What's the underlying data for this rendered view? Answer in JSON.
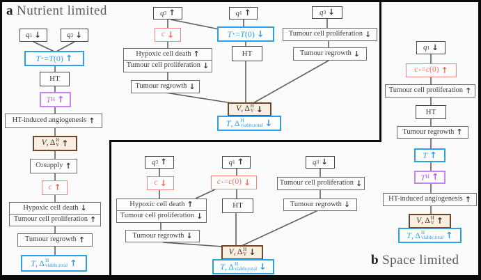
{
  "figure": {
    "panel_a": {
      "tag": "a",
      "title": "Nutrient limited"
    },
    "panel_b": {
      "tag": "b",
      "title": "Space limited"
    }
  },
  "colors": {
    "blue": "#2b9de0",
    "purple": "#b161ee",
    "red": "#ed6f64",
    "brown": "#6f4426",
    "gray_border": "#6a6a6a",
    "line": "#5f5f5f",
    "frame": "#0b0b0b",
    "paper": "#fbfbfb"
  },
  "nodes": {
    "a1_q1": "<i>q</i><span class='sb'>1</span> <span class='ar'>↓</span>",
    "a1_q3": "<i>q</i><span class='sb'>3</span> <span class='ar'>↓</span>",
    "a1_T": "<i>T</i><span class='sp'>⋆</span> = <i>T</i>(0)<span class='ar'>↑</span>",
    "a1_HT": "HT",
    "a1_TH": "<i>T</i><span class='sb'>H</span> <span class='ar'>↑</span>",
    "a1_angio": "HT-induced angiogenesis <span class='ar'>↑</span>",
    "a1_V": "<i>V</i>, Δ<span class='ss'><span>H</span><span>V</span></span> <span class='ar'>↑</span>",
    "a1_O2": "O<span class='sb'>2</span> supply <span class='ar'>↑</span>",
    "a1_c": "<i>c</i> <span class='ar'>↑</span>",
    "a1_hyp": "Hypoxic cell death <span class='ar'>↓</span>",
    "a1_prolif": "Tumour cell proliferation<span class='ar'>↑</span>",
    "a1_regrow": "Tumour regrowth <span class='ar'>↑</span>",
    "a1_viable": "<i>T</i>, Δ<span class='ss'><span>H</span><span>viable,total</span></span> <span class='ar'>↑</span>",
    "a2_q3": "<i>q</i><span class='sb'>3</span> <span class='ar'>↑</span>",
    "a2_q1": "<i>q</i><span class='sb'>1</span> <span class='ar'>↑</span>",
    "a2_q3b": "<i>q</i><span class='sb'>3</span> <span class='ar'>↓</span>",
    "a2_c": "<i>c</i> <span class='ar'>↓</span>",
    "a2_T": "<i>T</i><span class='sp'>⋆</span> = <i>T</i>(0)<span class='ar'>↓</span>",
    "a2_hyp": "Hypoxic cell death <span class='ar'>↑</span>",
    "a2_prolif": "Tumour cell proliferation<span class='ar'>↓</span>",
    "a2_HT": "HT",
    "a2_prolif_r": "Tumour cell proliferation<span class='ar'>↓</span>",
    "a2_regrow_r": "Tumour regrowth <span class='ar'>↓</span>",
    "a2_regrow": "Tumour regrowth <span class='ar'>↓</span>",
    "a2_V": "<i>V</i>, Δ<span class='ss'><span>H</span><span>V</span></span> <span class='ar'>↓</span>",
    "a2_viable": "<i>T</i>, Δ<span class='ss'><span>H</span><span>viable,total</span></span> <span class='ar'>↓</span>",
    "b1_q3": "<i>q</i><span class='sb'>3</span> <span class='ar'>↑</span>",
    "b1_q1": "<i>q</i><span class='sb'>1</span> <span class='ar'>↑</span>",
    "b1_q3b": "<i>q</i><span class='sb'>3</span> <span class='ar'>↓</span>",
    "b1_c": "<i>c</i> <span class='ar'>↓</span>",
    "b1_cstar": "<i>c</i><span class='sp'>⋆</span> = <i>c</i>(0)<span class='ar'>↓</span>",
    "b1_hyp": "Hypoxic cell death <span class='ar'>↑</span>",
    "b1_prolif": "Tumour cell proliferation<span class='ar'>↓</span>",
    "b1_HT": "HT",
    "b1_prolif_r": "Tumour cell proliferation<span class='ar'>↓</span>",
    "b1_regrow_r": "Tumour regrowth <span class='ar'>↓</span>",
    "b1_regrow": "Tumour regrowth <span class='ar'>↓</span>",
    "b1_V": "<i>V</i>, Δ<span class='ss'><span>H</span><span>V</span></span> <span class='ar'>↓</span>",
    "b1_viable": "<i>T</i>, Δ<span class='ss'><span>H</span><span>viable,total</span></span> <span class='ar'>↓</span>",
    "b2_q1": "<i>q</i><span class='sb'>1</span> <span class='ar'>↓</span>",
    "b2_cstar": "<i>c</i><span class='sp'>⋆</span> = <i>c</i>(0)<span class='ar'>↑</span>",
    "b2_prolif": "Tumour cell proliferation<span class='ar'>↑</span>",
    "b2_HT": "HT",
    "b2_regrow": "Tumour regrowth <span class='ar'>↑</span>",
    "b2_T": "<i>T</i> <span class='ar'>↑</span>",
    "b2_TH": "<i>T</i><span class='sb'>H</span> <span class='ar'>↑</span>",
    "b2_angio": "HT-induced angiogenesis <span class='ar'>↑</span>",
    "b2_V": "<i>V</i>, Δ<span class='ss'><span>H</span><span>V</span></span> <span class='ar'>↑</span>",
    "b2_viable": "<i>T</i>, Δ<span class='ss'><span>H</span><span>viable,total</span></span> <span class='ar'>↑</span>"
  }
}
